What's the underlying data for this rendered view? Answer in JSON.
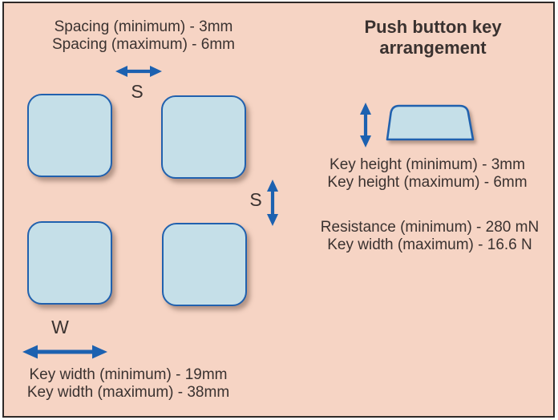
{
  "diagram": {
    "title_line1": "Push button key",
    "title_line2": "arrangement"
  },
  "spacing_spec": {
    "min": "Spacing (minimum) - 3mm",
    "max": "Spacing (maximum) - 6mm",
    "symbol": "S"
  },
  "vertical_spacing": {
    "symbol": "S"
  },
  "key_height_spec": {
    "min": "Key height (minimum) - 3mm",
    "max": "Key height (maximum) - 6mm"
  },
  "force_spec": {
    "min": "Resistance (minimum) - 280 mN",
    "max": "Key width (maximum) - 16.6 N"
  },
  "key_width_spec": {
    "symbol": "W",
    "min": "Key width (minimum) - 19mm",
    "max": "Key width (maximum) - 38mm"
  },
  "keypad": {
    "rows": 2,
    "columns": 2
  },
  "icons": {
    "horizontal_spacing_arrow": "double-arrow-horizontal",
    "vertical_spacing_arrow": "double-arrow-vertical",
    "key_height_arrow": "double-arrow-vertical",
    "key_width_arrow": "double-arrow-horizontal",
    "key_profile": "keycap-side-view"
  },
  "colors": {
    "background": "#f6d4c4",
    "frame": "#2e2927",
    "text": "#3a3230",
    "arrow": "#1c61b0",
    "key_fill": "#c5dfe8",
    "key_border": "#2161ae",
    "key_shadow": "rgba(122,94,82,0.55)"
  }
}
